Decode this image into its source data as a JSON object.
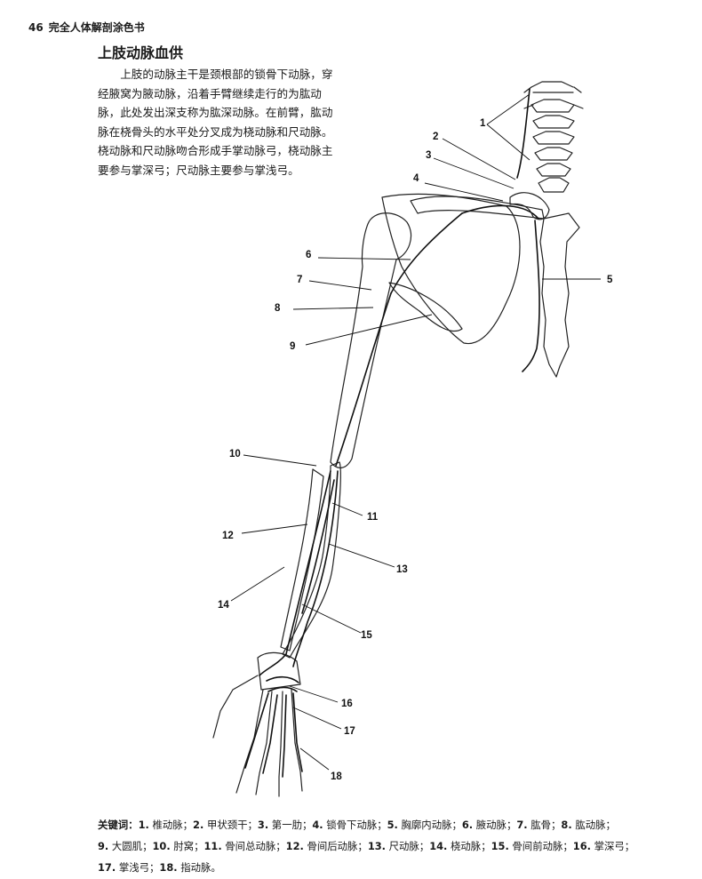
{
  "header": {
    "page_number": "46",
    "book_title": "完全人体解剖涂色书"
  },
  "section_title": "上肢动脉血供",
  "intro": "上肢的动脉主干是颈根部的锁骨下动脉，穿经腋窝为腋动脉，沿着手臂继续走行的为肱动脉，此处发出深支称为肱深动脉。在前臂，肱动脉在桡骨头的水平处分叉成为桡动脉和尺动脉。桡动脉和尺动脉吻合形成手掌动脉弓，桡动脉主要参与掌深弓；尺动脉主要参与掌浅弓。",
  "labels": [
    "1",
    "2",
    "3",
    "4",
    "5",
    "6",
    "7",
    "8",
    "9",
    "10",
    "11",
    "12",
    "13",
    "14",
    "15",
    "16",
    "17",
    "18"
  ],
  "key": {
    "heading": "关键词：",
    "items": [
      {
        "num": "1.",
        "text": "椎动脉；"
      },
      {
        "num": "2.",
        "text": "甲状颈干；"
      },
      {
        "num": "3.",
        "text": "第一肋；"
      },
      {
        "num": "4.",
        "text": "锁骨下动脉；"
      },
      {
        "num": "5.",
        "text": "胸廓内动脉；"
      },
      {
        "num": "6.",
        "text": "腋动脉；"
      },
      {
        "num": "7.",
        "text": "肱骨；"
      },
      {
        "num": "8.",
        "text": "肱动脉；"
      },
      {
        "num": "9.",
        "text": "大圆肌；"
      },
      {
        "num": "10.",
        "text": "肘窝；"
      },
      {
        "num": "11.",
        "text": "骨间总动脉；"
      },
      {
        "num": "12.",
        "text": "骨间后动脉；"
      },
      {
        "num": "13.",
        "text": "尺动脉；"
      },
      {
        "num": "14.",
        "text": "桡动脉；"
      },
      {
        "num": "15.",
        "text": "骨间前动脉；"
      },
      {
        "num": "16.",
        "text": "掌深弓；"
      },
      {
        "num": "17.",
        "text": "掌浅弓；"
      },
      {
        "num": "18.",
        "text": "指动脉。"
      }
    ]
  }
}
